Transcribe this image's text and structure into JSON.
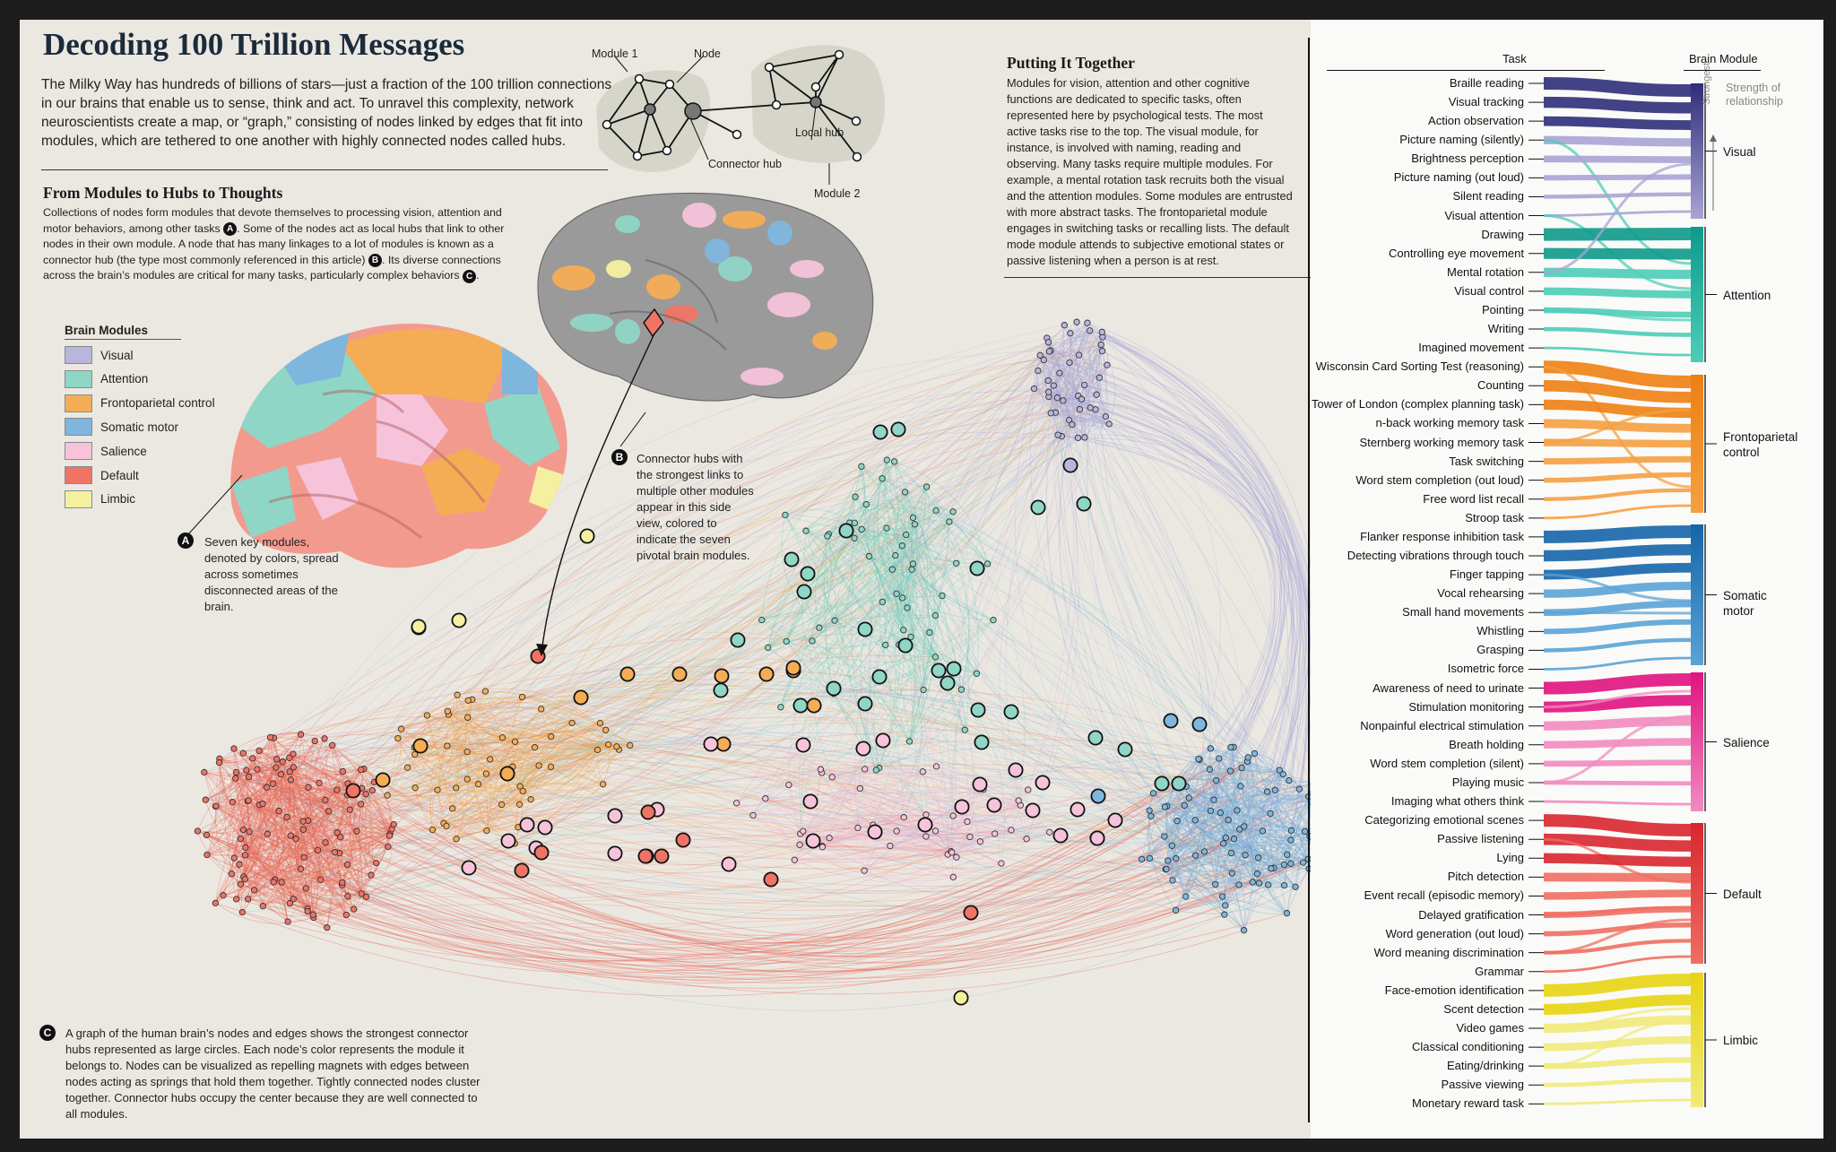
{
  "header": {
    "title": "Decoding 100 Trillion Messages",
    "intro": "The Milky Way has hundreds of billions of stars—just a fraction of the 100 trillion connections in our brains that enable us to sense, think and act. To unravel this complexity, network neuroscientists create a map, or “graph,” consisting of nodes linked by edges that fit into modules, which are tethered to one another with highly connected nodes called hubs."
  },
  "mini_graph": {
    "module1": "Module 1",
    "node": "Node",
    "local_hub": "Local hub",
    "connector_hub": "Connector hub",
    "module2": "Module 2"
  },
  "modules_to_hubs": {
    "title": "From Modules to Hubs to Thoughts",
    "part1": "Collections of nodes form modules that devote themselves to processing vision, attention and motor behaviors, among other tasks",
    "part2": ". Some of the nodes act as local hubs that link to other nodes in their own module. A node that has many linkages to a lot of modules is known as a connector hub (the type most commonly referenced in this article)",
    "part3": ". Its diverse connections across the brain’s modules are critical for many tasks, particularly complex behaviors",
    "end": "."
  },
  "legend": {
    "title": "Brain Modules",
    "items": [
      {
        "label": "Visual",
        "color": "#b9b6dd"
      },
      {
        "label": "Attention",
        "color": "#8fd6c6"
      },
      {
        "label": "Frontoparietal control",
        "color": "#f5ad55"
      },
      {
        "label": "Somatic motor",
        "color": "#7fb6de"
      },
      {
        "label": "Salience",
        "color": "#f6c3da"
      },
      {
        "label": "Default",
        "color": "#ef7466"
      },
      {
        "label": "Limbic",
        "color": "#f4f0a0"
      }
    ]
  },
  "annotations": {
    "a_badge": "A",
    "a_text": "Seven key modules, denoted by colors, spread across sometimes disconnected areas of the brain.",
    "b_badge": "B",
    "b_text": "Connector hubs with the strongest links to multiple other modules appear in this side view, colored to indicate the seven pivotal brain modules.",
    "c_badge": "C",
    "c_text": "A graph of the human brain’s nodes and edges shows the strongest connector hubs represented as large circles. Each node’s color represents the module it belongs to. Nodes can be visualized as repelling magnets with edges between nodes acting as springs that hold them together. Tightly connected nodes cluster together. Connector hubs occupy the center because they are well connected to all modules."
  },
  "putting_together": {
    "title": "Putting It Together",
    "body": "Modules for vision, attention and other cognitive functions are dedicated to specific tasks, often represented here by psychological tests. The most active tasks rise to the top. The visual module, for instance, is involved with naming, reading and observing. Many tasks require multiple modules. For example, a mental rotation task recruits both the visual and the attention modules. Some modules are entrusted with more abstract tasks. The frontoparietal module engages in switching tasks or recalling lists. The default mode module attends to subjective emotional states or passive listening when a person is at rest."
  },
  "task_chart": {
    "task_header": "Task",
    "module_header": "Brain Module",
    "strongest_label": "Strongest",
    "strength_label": "Strength of relationship",
    "modules": [
      {
        "label": "Visual",
        "color": "#a9a4d4",
        "dark": "#2e2d7a"
      },
      {
        "label": "Attention",
        "color": "#4dcdb7",
        "dark": "#0d9a8b"
      },
      {
        "label": "Frontoparietal control",
        "color": "#f4a042",
        "dark": "#ee7f12"
      },
      {
        "label": "Somatic motor",
        "color": "#5aa3d6",
        "dark": "#1565a8"
      },
      {
        "label": "Salience",
        "color": "#f28bc0",
        "dark": "#e0127f"
      },
      {
        "label": "Default",
        "color": "#ef6e62",
        "dark": "#d8262f"
      },
      {
        "label": "Limbic",
        "color": "#f0ea7a",
        "dark": "#e8d412"
      }
    ],
    "tasks": [
      "Braille reading",
      "Visual tracking",
      "Action observation",
      "Picture naming (silently)",
      "Brightness perception",
      "Picture naming (out loud)",
      "Silent reading",
      "Visual attention",
      "Drawing",
      "Controlling eye movement",
      "Mental rotation",
      "Visual control",
      "Pointing",
      "Writing",
      "Imagined movement",
      "Wisconsin Card Sorting Test (reasoning)",
      "Counting",
      "Tower of London (complex planning task)",
      "n-back working memory task",
      "Sternberg working memory task",
      "Task switching",
      "Word stem completion (out loud)",
      "Free word list recall",
      "Stroop task",
      "Flanker response inhibition task",
      "Detecting vibrations through touch",
      "Finger tapping",
      "Vocal rehearsing",
      "Small hand movements",
      "Whistling",
      "Grasping",
      "Isometric force",
      "Awareness of need to urinate",
      "Stimulation monitoring",
      "Nonpainful electrical stimulation",
      "Breath holding",
      "Word stem completion (silent)",
      "Playing music",
      "Imaging what others think",
      "Categorizing emotional scenes",
      "Passive listening",
      "Lying",
      "Pitch detection",
      "Event recall (episodic memory)",
      "Delayed gratification",
      "Word generation (out loud)",
      "Word meaning discrimination",
      "Grammar",
      "Face-emotion identification",
      "Scent detection",
      "Video games",
      "Classical conditioning",
      "Eating/drinking",
      "Passive viewing",
      "Monetary reward task"
    ]
  }
}
